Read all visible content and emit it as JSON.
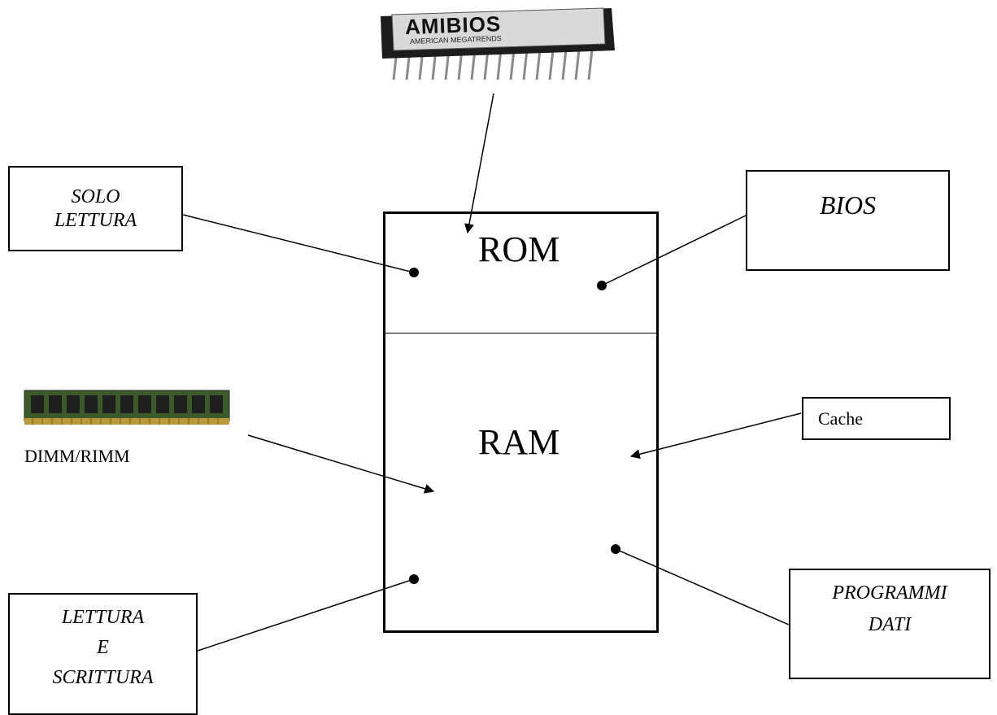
{
  "chip": {
    "brand": "AMIBIOS",
    "maker": "AMERICAN MEGATRENDS"
  },
  "memory": {
    "rom_label": "ROM",
    "ram_label": "RAM"
  },
  "boxes": {
    "solo_lettura": [
      "SOLO",
      "LETTURA"
    ],
    "bios": "BIOS",
    "cache": "Cache",
    "lettura_scrittura": [
      "LETTURA",
      "E",
      "SCRITTURA"
    ],
    "programmi_dati": [
      "PROGRAMMI",
      "DATI"
    ]
  },
  "ram_module": {
    "label": "DIMM/RIMM"
  }
}
